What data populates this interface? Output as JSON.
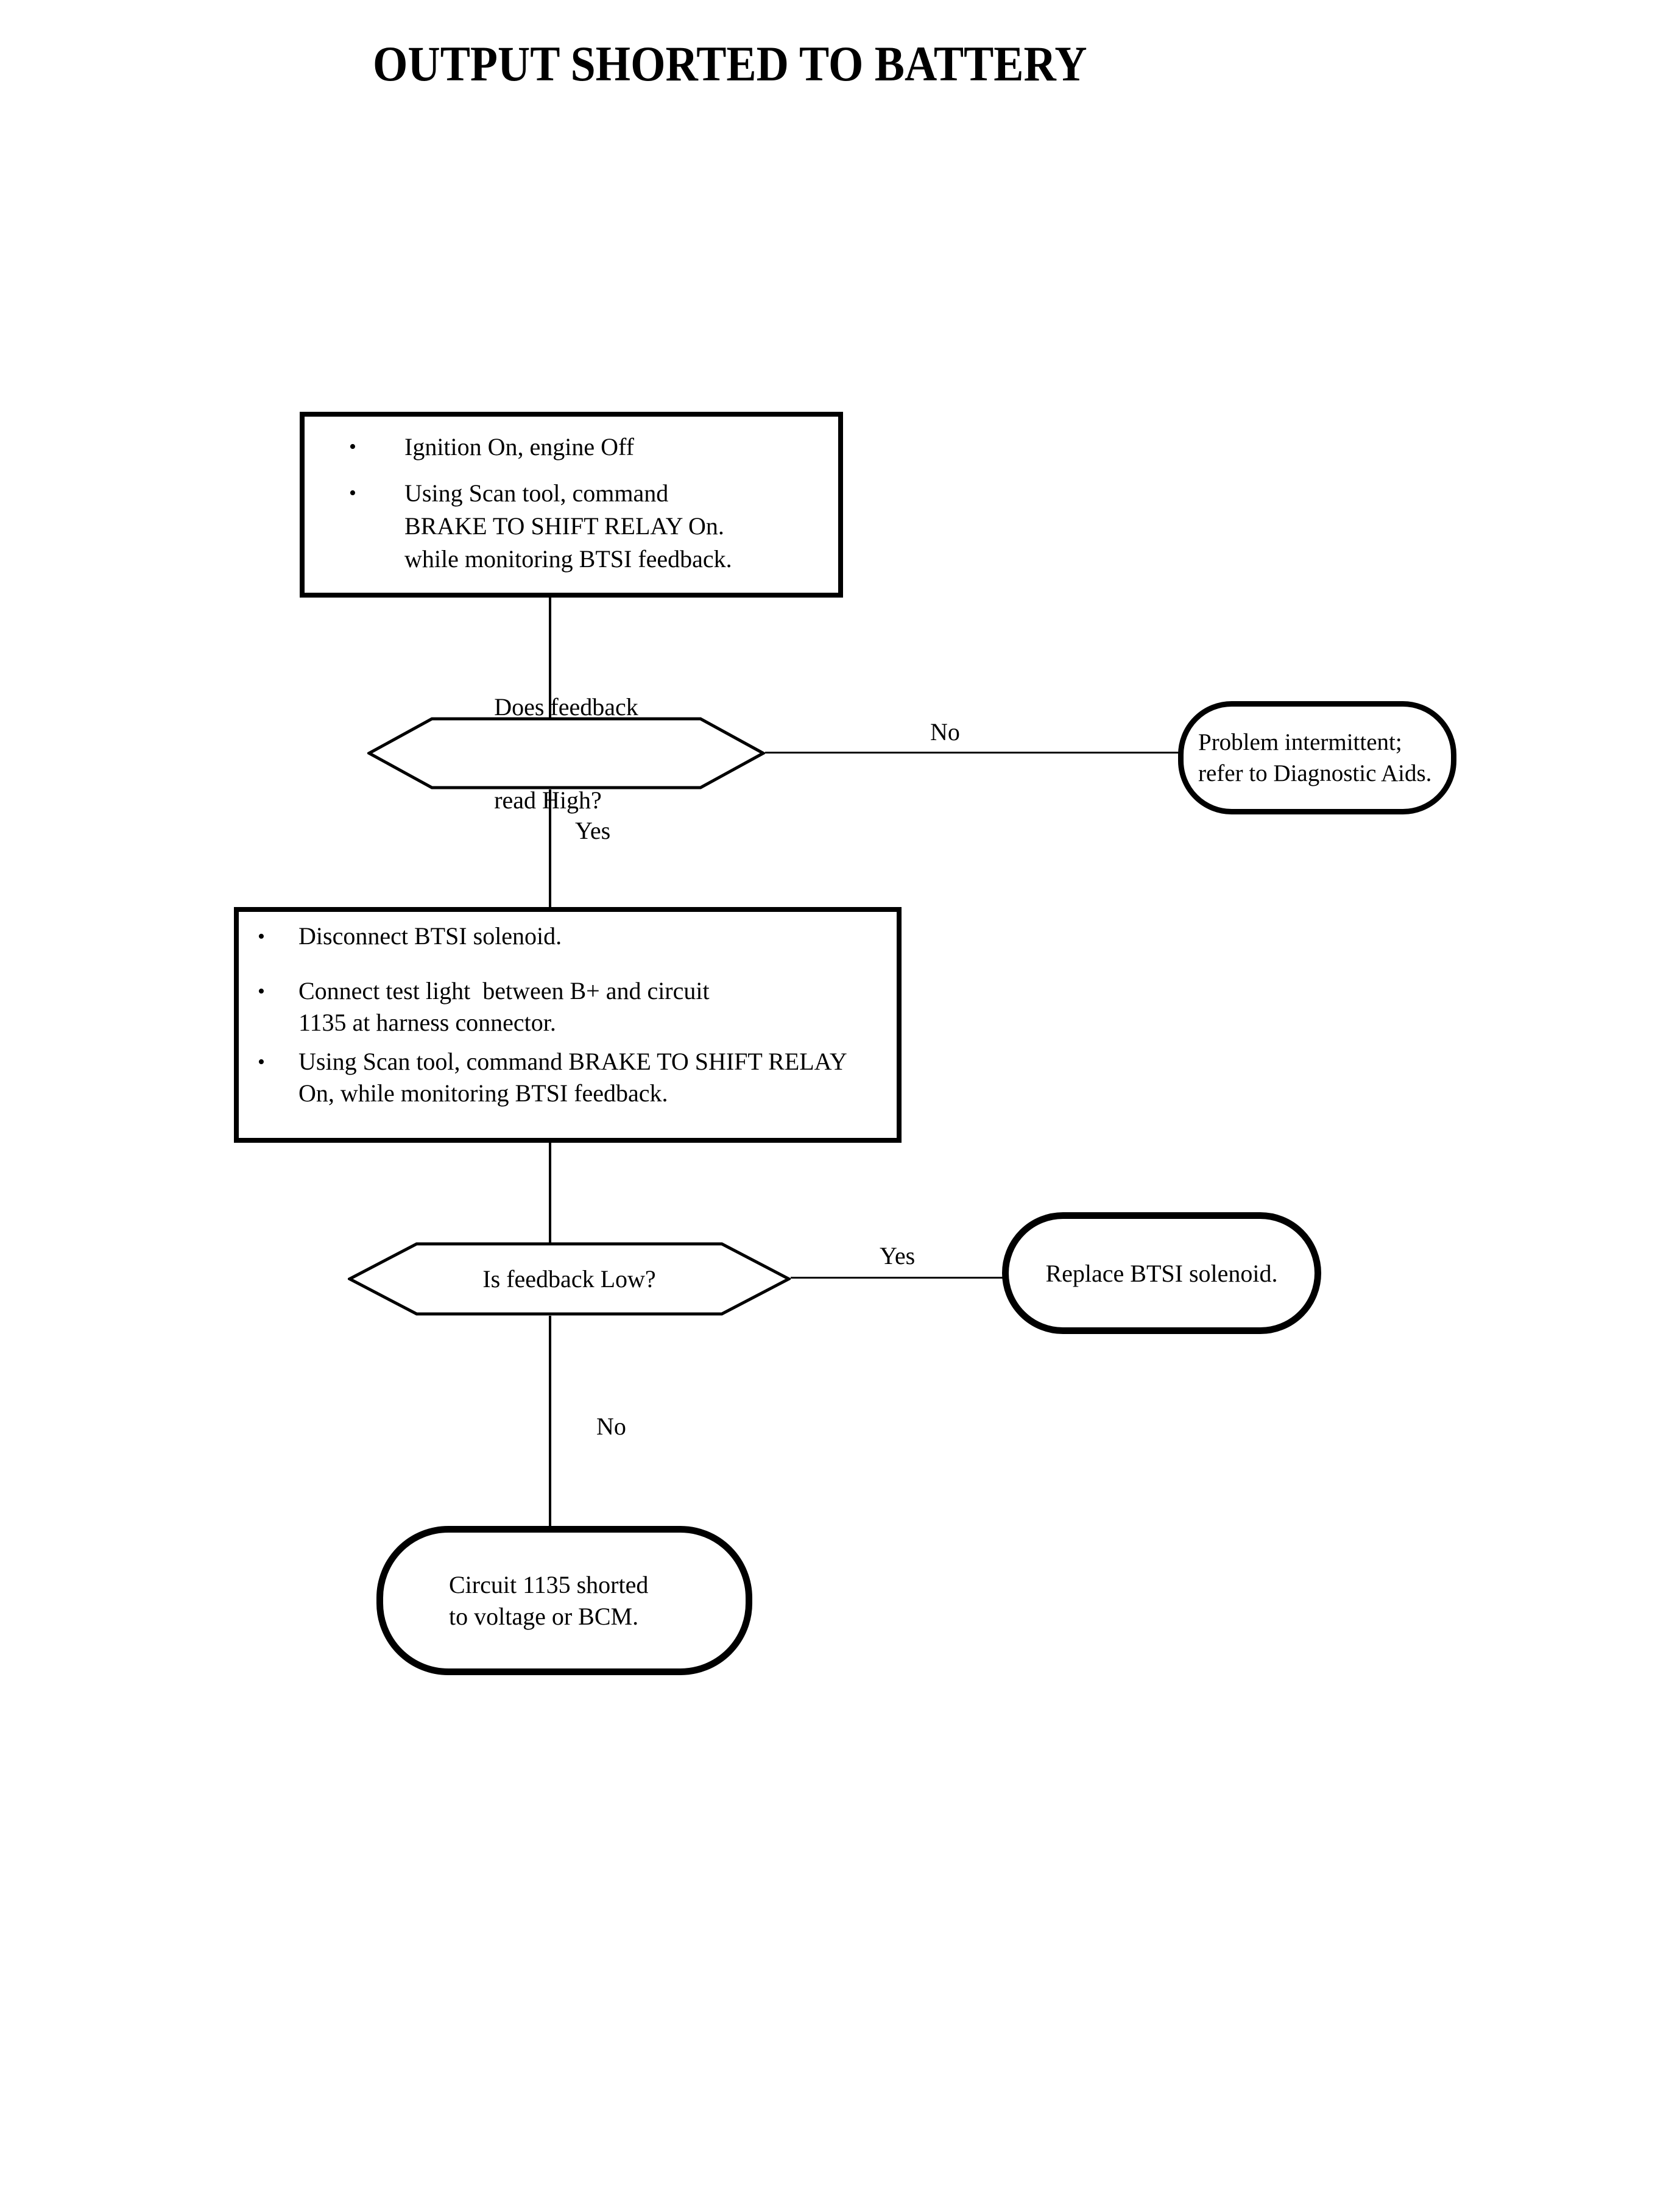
{
  "colors": {
    "ink": "#000000",
    "paper": "#ffffff"
  },
  "glyphs": {
    "bullet": "•"
  },
  "page": {
    "title": "OUTPUT SHORTED TO BATTERY"
  },
  "step1": {
    "bullets": [
      {
        "lines": [
          "Ignition On, engine Off"
        ]
      },
      {
        "lines": [
          "Using Scan tool, command",
          "BRAKE TO SHIFT RELAY On.",
          "while monitoring BTSI feedback."
        ]
      }
    ]
  },
  "decision1": {
    "lines": [
      "Does feedback",
      "read High?"
    ]
  },
  "edge_no1": {
    "label": "No"
  },
  "terminal1": {
    "lines": [
      "Problem intermittent;",
      "refer to Diagnostic Aids."
    ]
  },
  "edge_yes1": {
    "label": "Yes"
  },
  "step2": {
    "bullets": [
      {
        "lines": [
          "Disconnect BTSI solenoid."
        ]
      },
      {
        "lines": [
          "Connect test light  between B+ and circuit",
          "1135 at harness connector."
        ]
      },
      {
        "lines": [
          "Using Scan tool, command BRAKE TO SHIFT RELAY",
          "On, while monitoring BTSI feedback."
        ]
      }
    ]
  },
  "decision2": {
    "lines": [
      "Is feedback Low?"
    ]
  },
  "edge_yes2": {
    "label": "Yes"
  },
  "terminal2": {
    "lines": [
      "Replace BTSI solenoid."
    ]
  },
  "edge_no2": {
    "label": "No"
  },
  "terminal3": {
    "lines": [
      "Circuit 1135 shorted",
      "to voltage or BCM."
    ]
  }
}
